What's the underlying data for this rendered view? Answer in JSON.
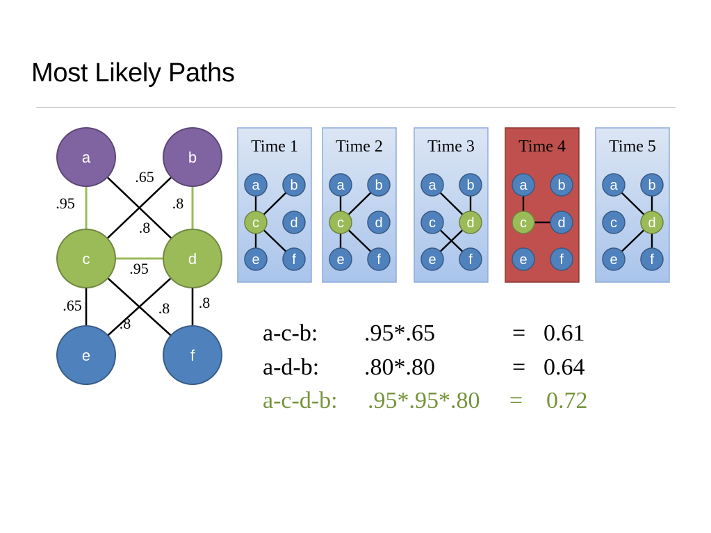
{
  "slide": {
    "title": "Most Likely Paths"
  },
  "colors": {
    "purple": "#8064A2",
    "green": "#9BBB59",
    "blue": "#4F81BD",
    "red": "#C0504D",
    "panel_light": "#DCE6F4",
    "panel_dark": "#A9C4EB",
    "highlight_text": "#77933C"
  },
  "graph": {
    "nodes": [
      {
        "id": "a",
        "label": "a",
        "color": "purple"
      },
      {
        "id": "b",
        "label": "b",
        "color": "purple"
      },
      {
        "id": "c",
        "label": "c",
        "color": "green"
      },
      {
        "id": "d",
        "label": "d",
        "color": "green"
      },
      {
        "id": "e",
        "label": "e",
        "color": "blue"
      },
      {
        "id": "f",
        "label": "f",
        "color": "blue"
      }
    ],
    "edges": [
      {
        "from": "a",
        "to": "c",
        "weight": ".95",
        "highlight": true
      },
      {
        "from": "a",
        "to": "d",
        "weight": ".65",
        "highlight": false
      },
      {
        "from": "b",
        "to": "d",
        "weight": ".8",
        "highlight": true
      },
      {
        "from": "b",
        "to": "c",
        "weight": ".8",
        "highlight": false
      },
      {
        "from": "c",
        "to": "d",
        "weight": ".95",
        "highlight": true
      },
      {
        "from": "c",
        "to": "e",
        "weight": ".65",
        "highlight": false
      },
      {
        "from": "c",
        "to": "f",
        "weight": ".8",
        "highlight": false
      },
      {
        "from": "d",
        "to": "e",
        "weight": ".8",
        "highlight": false
      },
      {
        "from": "d",
        "to": "f",
        "weight": ".8",
        "highlight": false
      }
    ]
  },
  "time_panels": [
    {
      "label": "Time 1",
      "highlighted": false,
      "green_nodes": [
        "c"
      ],
      "edges": [
        [
          "a",
          "c"
        ],
        [
          "b",
          "c"
        ],
        [
          "c",
          "e"
        ],
        [
          "c",
          "f"
        ]
      ]
    },
    {
      "label": "Time 2",
      "highlighted": false,
      "green_nodes": [
        "c"
      ],
      "edges": [
        [
          "a",
          "c"
        ],
        [
          "b",
          "c"
        ],
        [
          "c",
          "e"
        ],
        [
          "c",
          "f"
        ]
      ]
    },
    {
      "label": "Time 3",
      "highlighted": false,
      "green_nodes": [
        "d"
      ],
      "edges": [
        [
          "a",
          "d"
        ],
        [
          "b",
          "d"
        ],
        [
          "d",
          "e"
        ],
        [
          "c",
          "f"
        ]
      ]
    },
    {
      "label": "Time 4",
      "highlighted": true,
      "green_nodes": [
        "c"
      ],
      "edges": [
        [
          "a",
          "c"
        ],
        [
          "c",
          "d"
        ]
      ]
    },
    {
      "label": "Time 5",
      "highlighted": false,
      "green_nodes": [
        "d"
      ],
      "edges": [
        [
          "a",
          "d"
        ],
        [
          "b",
          "d"
        ],
        [
          "d",
          "e"
        ],
        [
          "d",
          "f"
        ]
      ]
    }
  ],
  "paths": [
    {
      "name": "a-c-b:",
      "expr": ".95*.65",
      "eq": "=",
      "result": "0.61",
      "highlight": false
    },
    {
      "name": "a-d-b:",
      "expr": ".80*.80",
      "eq": "=",
      "result": "0.64",
      "highlight": false
    },
    {
      "name": "a-c-d-b:",
      "expr": ".95*.95*.80",
      "eq": "=",
      "result": "0.72",
      "highlight": true
    }
  ]
}
